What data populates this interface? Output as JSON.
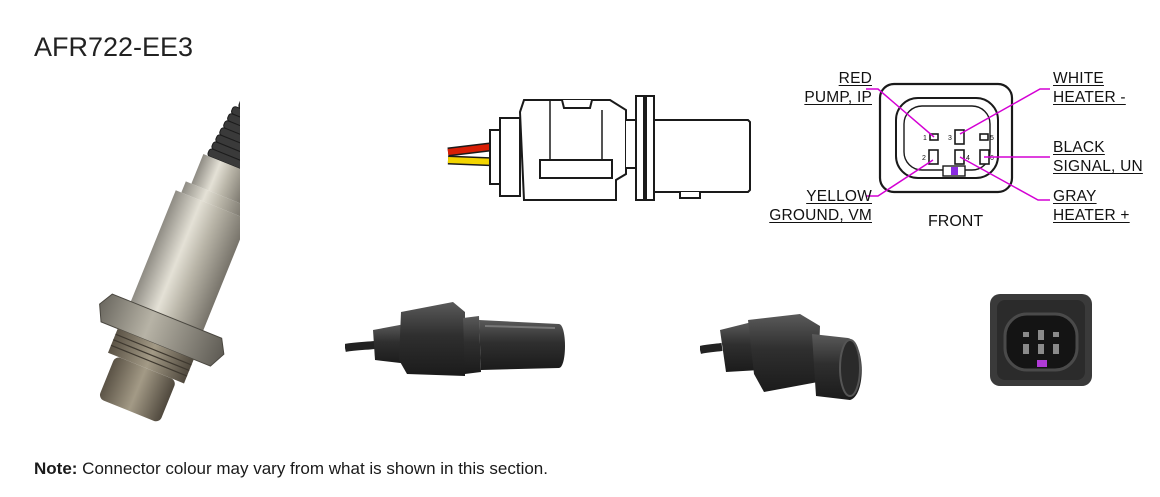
{
  "title": "AFR722-EE3",
  "note": {
    "prefix": "Note:",
    "text": " Connector colour may vary from what is shown in this section."
  },
  "pinout": {
    "view_label": "FRONT",
    "pins": [
      {
        "number": "1",
        "color_name": "RED",
        "function": "PUMP, IP"
      },
      {
        "number": "2",
        "color_name": "YELLOW",
        "function": "GROUND, VM"
      },
      {
        "number": "3",
        "color_name": "WHITE",
        "function": "HEATER -"
      },
      {
        "number": "4",
        "color_name": "GRAY",
        "function": "HEATER +"
      },
      {
        "number": "5",
        "color_name": "",
        "function": ""
      },
      {
        "number": "6",
        "color_name": "BLACK",
        "function": "SIGNAL, UN"
      }
    ],
    "leader_color": "#d400d4",
    "key_color": "#8a2be2"
  },
  "wires": {
    "red": "#d81e05",
    "yellow": "#f2d400",
    "black": "#1a1a1a"
  },
  "icons": [
    "sensor-photo",
    "connector-side-drawing",
    "connector-photo-side",
    "connector-photo-angled",
    "connector-photo-front"
  ]
}
